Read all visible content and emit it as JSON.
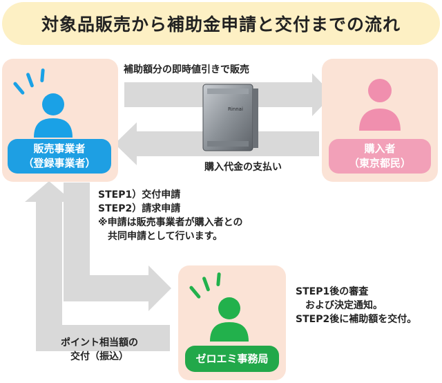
{
  "title": "対象品販売から補助金申請と交付までの流れ",
  "colors": {
    "title_bg": "#fdf0c4",
    "panel_bg": "#fbe3d6",
    "arrow_gray": "#d9d9d9",
    "seller_blue": "#1aa1e6",
    "buyer_pink": "#f08fae",
    "office_green": "#22b14c",
    "seller_label_bg": "#1e9fe3",
    "buyer_label_bg": "#f2a0b8",
    "office_label_bg": "#22a84a"
  },
  "seller": {
    "line1": "販売事業者",
    "line2": "（登録事業者）",
    "icon": "person-with-sound-icon"
  },
  "buyer": {
    "line1": "購入者",
    "line2": "（東京都民）",
    "icon": "person-icon"
  },
  "office": {
    "label": "ゼロエミ事務局",
    "icon": "person-with-sound-icon"
  },
  "product": {
    "icon": "water-heater-icon",
    "brand": "Rinnai"
  },
  "arrows": {
    "top_label": "補助額分の即時値引きで販売",
    "bottom_label": "購入代金の支払い"
  },
  "steps": {
    "step1": "STEP1）交付申請",
    "step2": "STEP2）請求申請",
    "note_line1": "※申請は販売事業者が購入者との",
    "note_line2": "　共同申請として行います。"
  },
  "review": {
    "line1": "STEP1後の審査",
    "line2": "　および決定通知。",
    "line3": "STEP2後に補助額を交付。"
  },
  "payment": {
    "line1": "ポイント相当額の",
    "line2": "交付（振込）"
  }
}
